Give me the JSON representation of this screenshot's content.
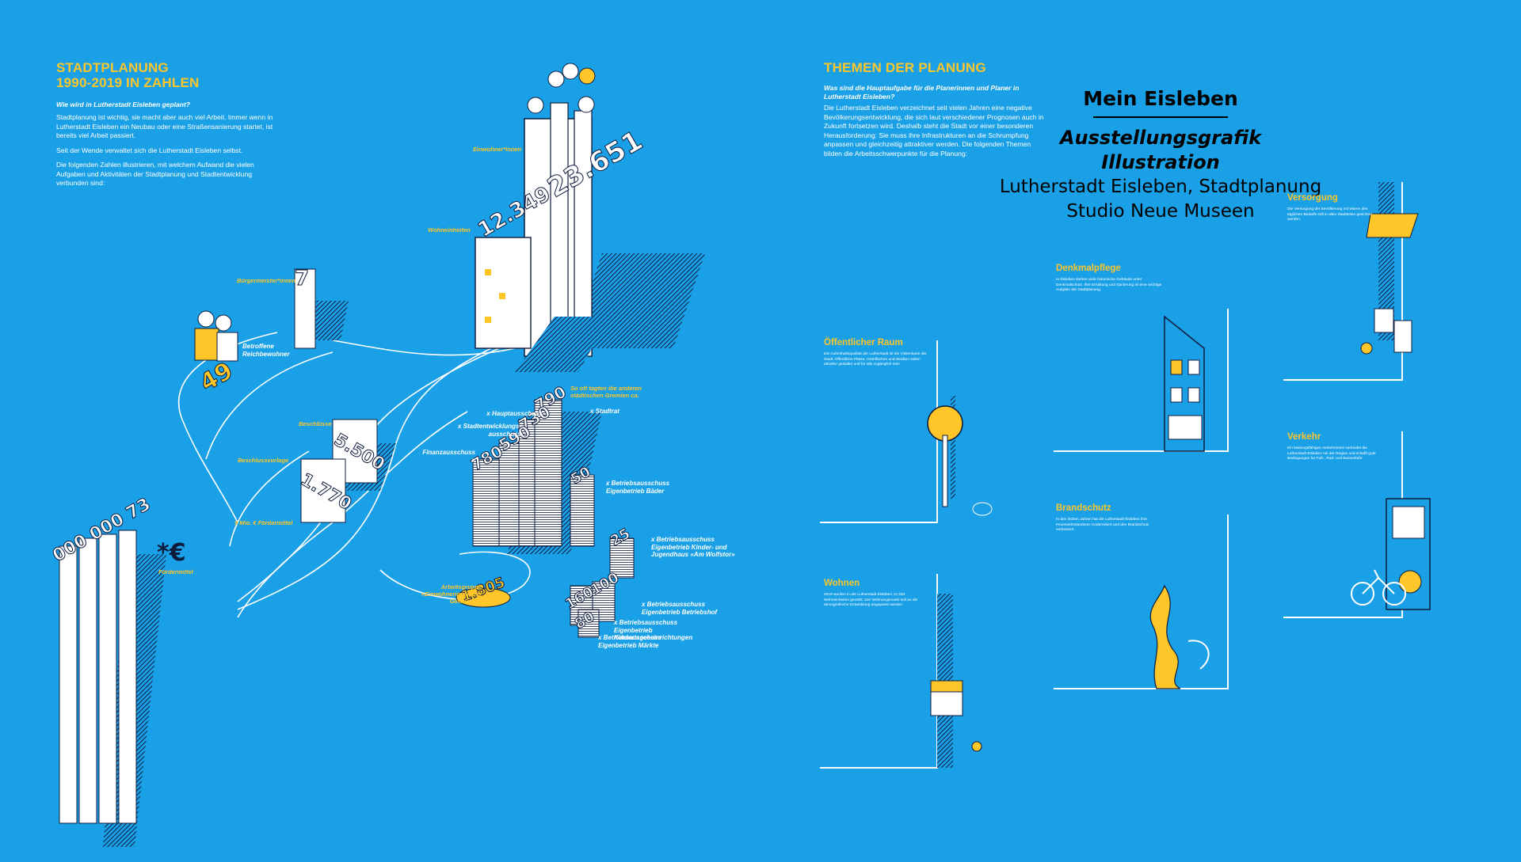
{
  "left": {
    "heading_line1": "STADTPLANUNG",
    "heading_line2": "1990-2019 IN ZAHLEN",
    "lead": "Wie wird in Lutherstadt Eisleben geplant?",
    "paragraphs": [
      "Stadtplanung ist wichtig, sie macht aber auch viel Arbeit. Immer wenn in Lutherstadt Eisleben ein Neubau oder eine Straßensanierung startet, ist bereits viel Arbeit passiert.",
      "Seit der Wende verwaltet sich die Lutherstadt Eisleben selbst.",
      "Die folgenden Zahlen illustrieren, mit welchem Aufwand die vielen Aufgaben und Aktivitäten der Stadtplanung und Stadtentwicklung verbunden sind:"
    ],
    "stats": {
      "einwohner_label": "Einwohner*innen",
      "einwohner_value": "23.651",
      "wohneinheiten_label": "Wohneinheiten",
      "wohneinheiten_value": "12.349",
      "buergermeister_label": "Bürgermeister*innen",
      "buergermeister_value": "7",
      "betroffene_label": "Betroffene Reichbewohner",
      "betroffene_value": "49",
      "beschluesse_label": "Beschlüsse",
      "beschluesse_value": "5.500",
      "beschlussvorlage_label": "Beschlussvorlage",
      "beschlussvorlage_value": "1.770",
      "foerdermittel_short": "9 Mio. € Fördermittel",
      "foerdermittel_label": "Fördermittel",
      "foerdermittel_value": "000 000 73",
      "foerdermittel_suffix": "*€",
      "gremien_label": "So oft tagten die anderen städtischen Gremien ca.",
      "arbeitsgruppe_label": "Arbeitsgruppe «Einwohnerinnen der Gemeinde»",
      "arbeitsgruppe_value": "1.805"
    },
    "gremien": [
      {
        "value": "790",
        "label": "x Stadtrat"
      },
      {
        "value": "730",
        "label": "x Hauptausschuss"
      },
      {
        "value": "590",
        "label": "x Stadtentwicklungs-ausschuss"
      },
      {
        "value": "780",
        "label": "Finanzausschuss x"
      },
      {
        "value": "50",
        "label": "x Betriebsausschuss Eigenbetrieb Bäder"
      },
      {
        "value": "25",
        "label": "x Betriebsausschuss Eigenbetrieb Kinder- und Jugendhaus «Am Wolfstor»"
      },
      {
        "value": "100",
        "label": "x Betriebsausschuss Eigenbetrieb Betriebshof"
      },
      {
        "value": "160",
        "label": "x Betriebsausschuss Eigenbetrieb Kindertageseinrichtungen"
      },
      {
        "value": "80",
        "label": "x Betriebsausschuss Eigenbetrieb Märkte"
      }
    ]
  },
  "right": {
    "heading": "THEMEN DER PLANUNG",
    "lead": "Was sind die Hauptaufgabe für die Planerinnen und Planer in Lutherstadt Eisleben?",
    "paragraph": "Die Lutherstadt Eisleben verzeichnet seit vielen Jahren eine negative Bevölkerungsentwicklung, die sich laut verschiedener Prognosen auch in Zukunft fortsetzen wird. Deshalb steht die Stadt vor einer besonderen Herausforderung: Sie muss ihre Infrastrukturen an die Schrumpfung anpassen und gleichzeitig attraktiver werden. Die folgenden Themen bilden die Arbeitsschwerpunkte für die Planung:",
    "themes": [
      {
        "title": "Öffentlicher Raum",
        "text": "Die Aufenthaltsqualität der Lutherstadt ist die Visitenkarte der Stadt. Öffentliche Plätze, Grünflächen und Straßen sollen attraktiv gestaltet und für alle zugänglich sein."
      },
      {
        "title": "Wohnen",
        "text": "2019 wurden in der Lutherstadt Eisleben 12.349 Wohneinheiten gezählt. Der Wohnungsmarkt soll an die demografische Entwicklung angepasst werden."
      },
      {
        "title": "Denkmalpflege",
        "text": "In Eisleben stehen viele historische Gebäude unter Denkmalschutz. Ihre Erhaltung und Sanierung ist eine wichtige Aufgabe der Stadtplanung."
      },
      {
        "title": "Brandschutz",
        "text": "In den letzten Jahren hat die Lutherstadt Eisleben ihre Feuerwehrstandorte modernisiert und den Brandschutz verbessert."
      },
      {
        "title": "Versorgung",
        "text": "Die Versorgung der Bevölkerung mit Waren des täglichen Bedarfs soll in allen Stadtteilen gesichert werden."
      },
      {
        "title": "Verkehr",
        "text": "Ein leistungsfähiges Verkehrsnetz verbindet die Lutherstadt Eisleben mit der Region und schafft gute Bedingungen für Fuß-, Rad- und Busverkehr."
      }
    ]
  },
  "credits": {
    "title": "Mein Eisleben",
    "line1": "Ausstellungsgrafik",
    "line2": "Illustration",
    "line3": "Lutherstadt Eisleben, Stadtplanung",
    "line4": "Studio Neue Museen"
  },
  "colors": {
    "background": "#1aa0e6",
    "accent": "#ffc629",
    "ink": "#0d1b3d",
    "white": "#ffffff"
  }
}
